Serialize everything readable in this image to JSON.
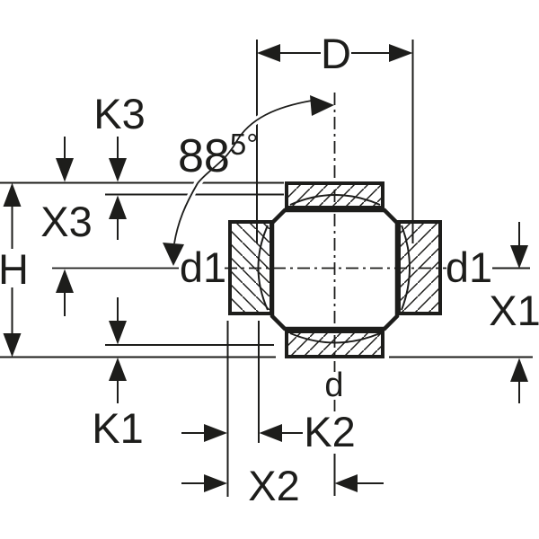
{
  "drawing": {
    "type": "technical-dimension-diagram",
    "labels": {
      "diameter_top": "D",
      "k3": "K3",
      "x3": "X3",
      "height": "H",
      "d1_left": "d1",
      "d1_right": "d1",
      "x1": "X1",
      "k1": "K1",
      "d_bottom": "d",
      "k2": "K2",
      "x2": "X2",
      "angle_value": "88",
      "angle_sup": "5°"
    },
    "colors": {
      "ink": "#1d1d1b",
      "background": "#ffffff"
    }
  }
}
